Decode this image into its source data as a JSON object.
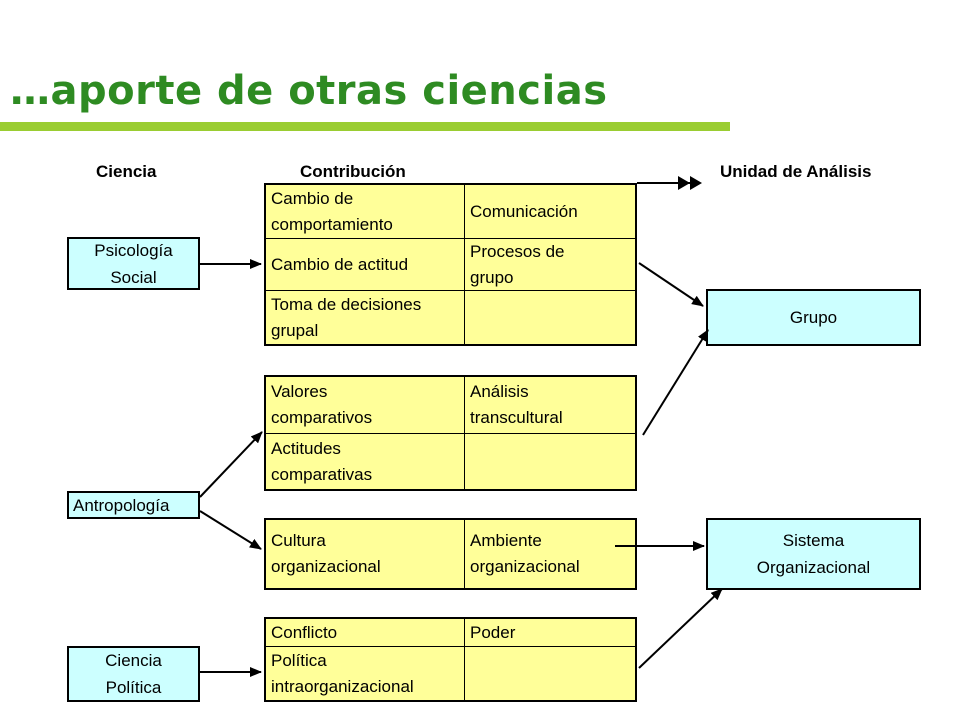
{
  "title": "…aporte de otras ciencias",
  "headers": {
    "ciencia": "Ciencia",
    "contribucion": "Contribución",
    "unidad": "Unidad de Análisis"
  },
  "ciencias": {
    "psicologia": "Psicología\nSocial",
    "antropologia": "Antropología",
    "politica": "Ciencia\nPolítica"
  },
  "unidades": {
    "grupo": "Grupo",
    "sistema": "Sistema\nOrganizacional"
  },
  "tablas": {
    "psicologia": [
      [
        "Cambio de\ncomportamiento",
        "Comunicación"
      ],
      [
        "Cambio de actitud",
        "Procesos de\ngrupo"
      ],
      [
        "Toma de decisiones\ngrupal",
        ""
      ]
    ],
    "antropologia_1": [
      [
        "Valores\ncomparativos",
        "Análisis\ntranscultural"
      ],
      [
        "Actitudes\ncomparativas",
        ""
      ]
    ],
    "antropologia_2": [
      [
        "Cultura\norganizacional",
        "Ambiente\norganizacional"
      ]
    ],
    "politica": [
      [
        "Conflicto",
        "Poder"
      ],
      [
        "Política\nintraorganizacional",
        ""
      ]
    ]
  },
  "colors": {
    "title": "#2e8b22",
    "title_bar": "#9acd32",
    "table_fill": "#ffff99",
    "box_fill": "#ccffff"
  }
}
